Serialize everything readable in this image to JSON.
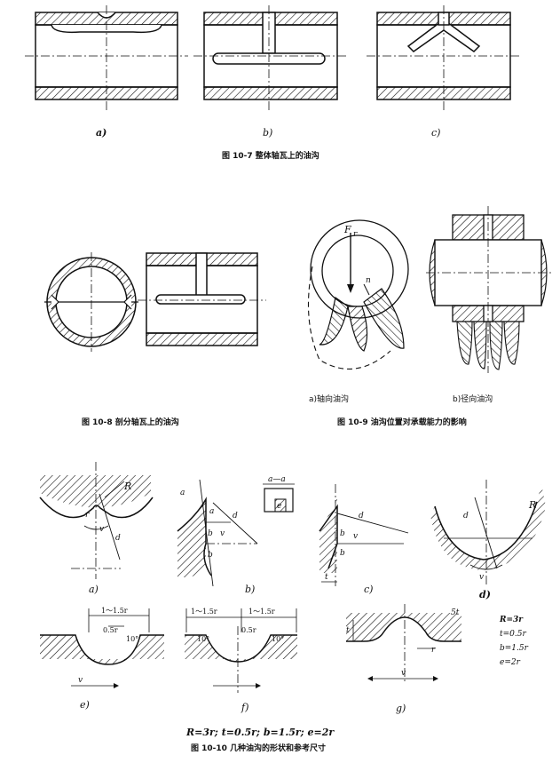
{
  "figure_10_7": {
    "labels": [
      "a)",
      "b)",
      "c)"
    ],
    "caption": "图 10-7  整体轴瓦上的油沟"
  },
  "figure_10_8": {
    "caption": "图 10-8  剖分轴瓦上的油沟"
  },
  "figure_10_9": {
    "force_label": "F",
    "force_sub": "r",
    "n_label": "n",
    "sub_a": "a)轴向油沟",
    "sub_b": "b)径向油沟",
    "caption": "图 10-9  油沟位置对承载能力的影响"
  },
  "figure_10_10": {
    "labels": [
      "a)",
      "b)",
      "c)",
      "d)",
      "e)",
      "f)",
      "g)"
    ],
    "R_sym": "R",
    "r_sym": "r",
    "d_sym": "d",
    "v_sym": "v",
    "a_sym": "a",
    "b_sym": "b",
    "e_sym": "e",
    "t_sym": "t",
    "aa_label": "a—a",
    "dim_11_5r": "1～1.5r",
    "dim_05r": "0.5r",
    "dim_10deg": "10°",
    "dim_5t": "5t",
    "params": [
      "R=3r",
      "t=0.5r",
      "b=1.5r",
      "e=2r"
    ],
    "formula": "R=3r;  t=0.5r;  b=1.5r;  e=2r",
    "caption": "图 10-10  几种油沟的形状和参考尺寸"
  }
}
